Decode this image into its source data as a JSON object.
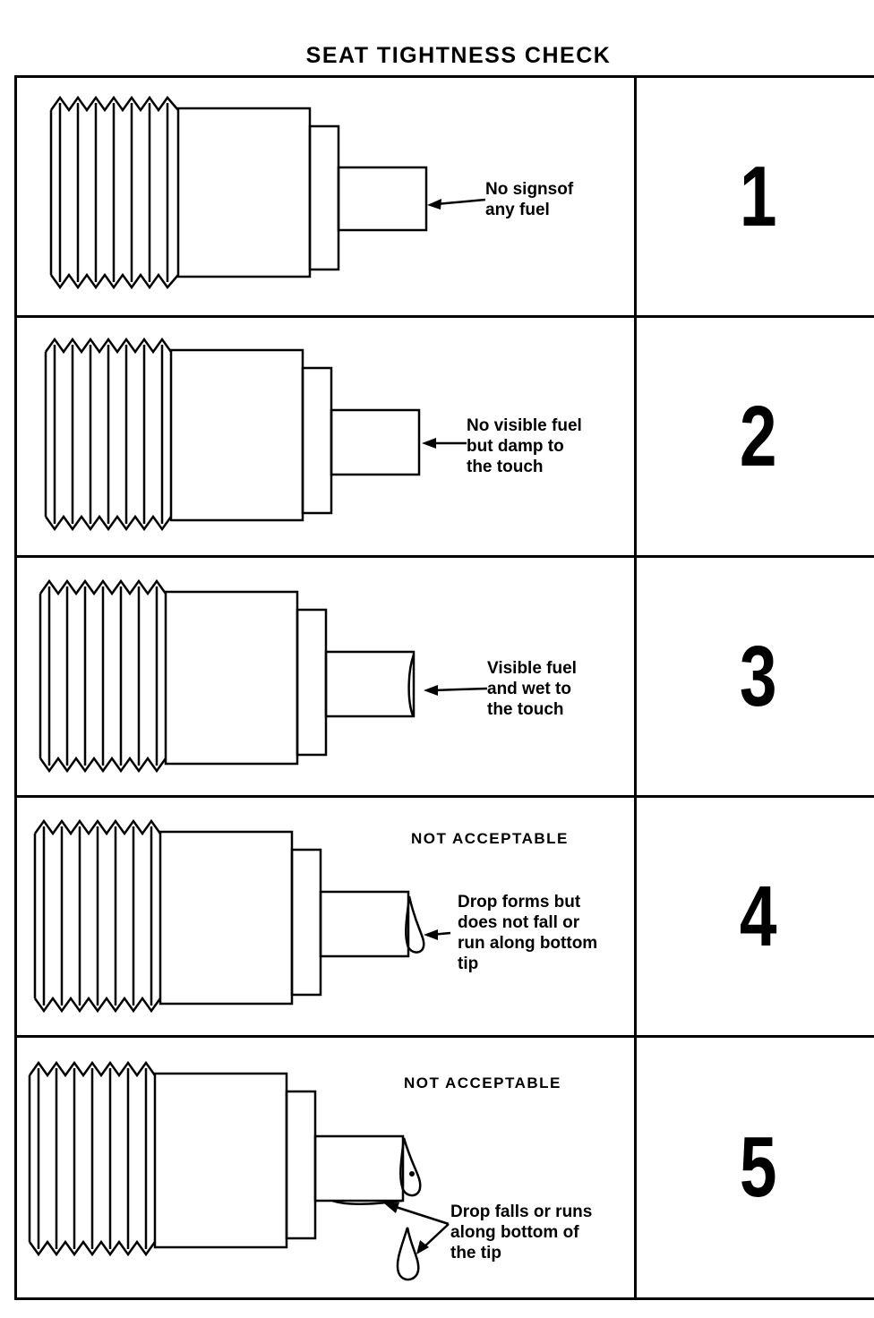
{
  "title": "SEAT TIGHTNESS CHECK",
  "rows": [
    {
      "number": "1",
      "status": "",
      "description": "No signsof\nany fuel"
    },
    {
      "number": "2",
      "status": "",
      "description": "No visible fuel\nbut damp to\nthe touch"
    },
    {
      "number": "3",
      "status": "",
      "description": "Visible fuel\nand wet to\nthe touch"
    },
    {
      "number": "4",
      "status": "NOT ACCEPTABLE",
      "description": "Drop forms  but\ndoes not fall or\nrun along bottom\ntip"
    },
    {
      "number": "5",
      "status": "NOT ACCEPTABLE",
      "description": "Drop falls or runs\nalong bottom of\nthe tip"
    }
  ]
}
